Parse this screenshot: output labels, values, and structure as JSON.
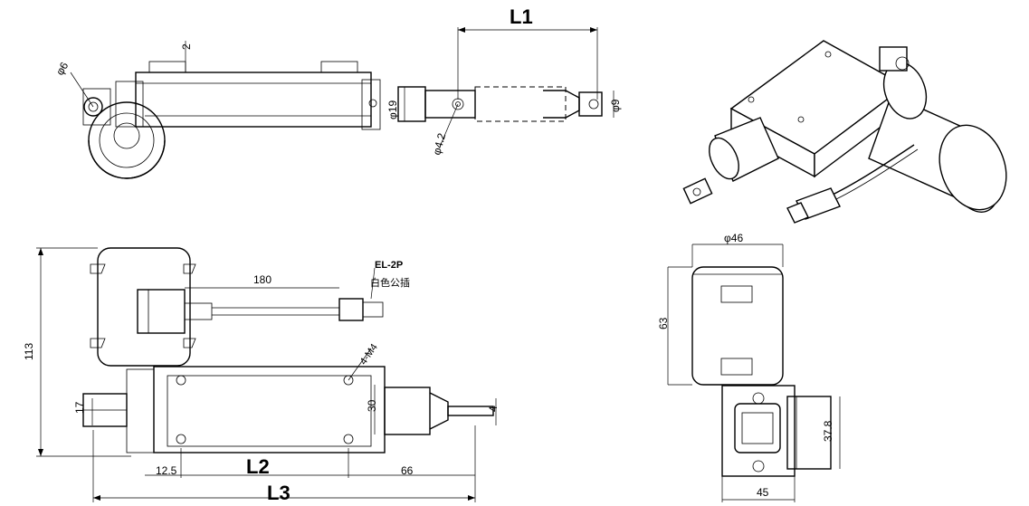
{
  "top_view": {
    "d_6": "φ6",
    "t_2": "2",
    "d_19": "φ19",
    "d_4_2": "φ4.2",
    "d_9": "φ9",
    "L1": "L1"
  },
  "front_view": {
    "h_113": "113",
    "w_180": "180",
    "connector_code": "EL-2P",
    "connector_desc": "白色公插",
    "screw_4_m4": "4-M4",
    "h_17": "17",
    "h_30": "30",
    "h_4": "4",
    "w_12_5": "12.5",
    "L2": "L2",
    "w_66": "66",
    "L3": "L3"
  },
  "side_view": {
    "d_46": "φ46",
    "h_63": "63",
    "h_37_8": "37.8",
    "w_45": "45"
  }
}
